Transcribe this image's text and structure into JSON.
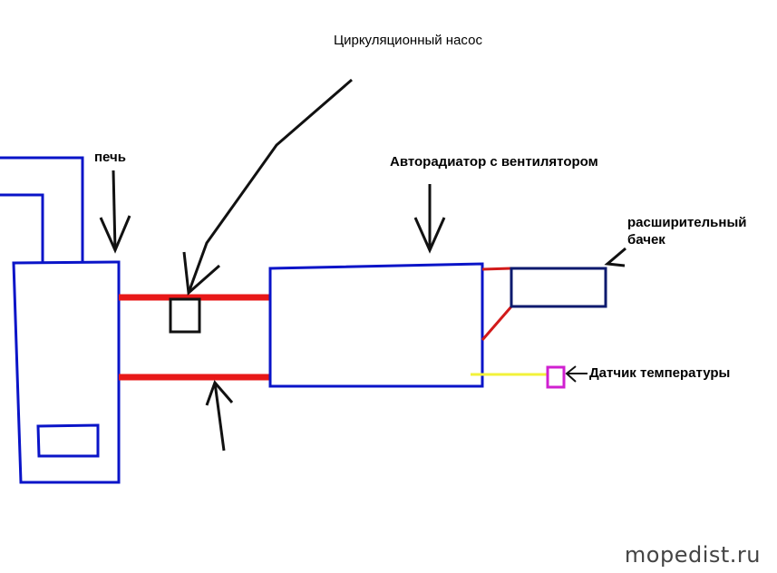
{
  "labels": {
    "pump": "Циркуляционный насос",
    "stove": "печь",
    "radiator": "Авторадиатор с вентилятором",
    "tank_line1": "расширительный",
    "tank_line2": "бачек",
    "sensor": "Датчик температуры"
  },
  "watermark": "mopedist.ru",
  "colors": {
    "outline": "#0a14c8",
    "pipe": "#e81818",
    "connector": "#d21a1a",
    "sensor_wire": "#f2f23a",
    "sensor_box": "#d020d0",
    "tank": "#0c1a6e",
    "pump": "#111111",
    "arrow": "#111111"
  }
}
